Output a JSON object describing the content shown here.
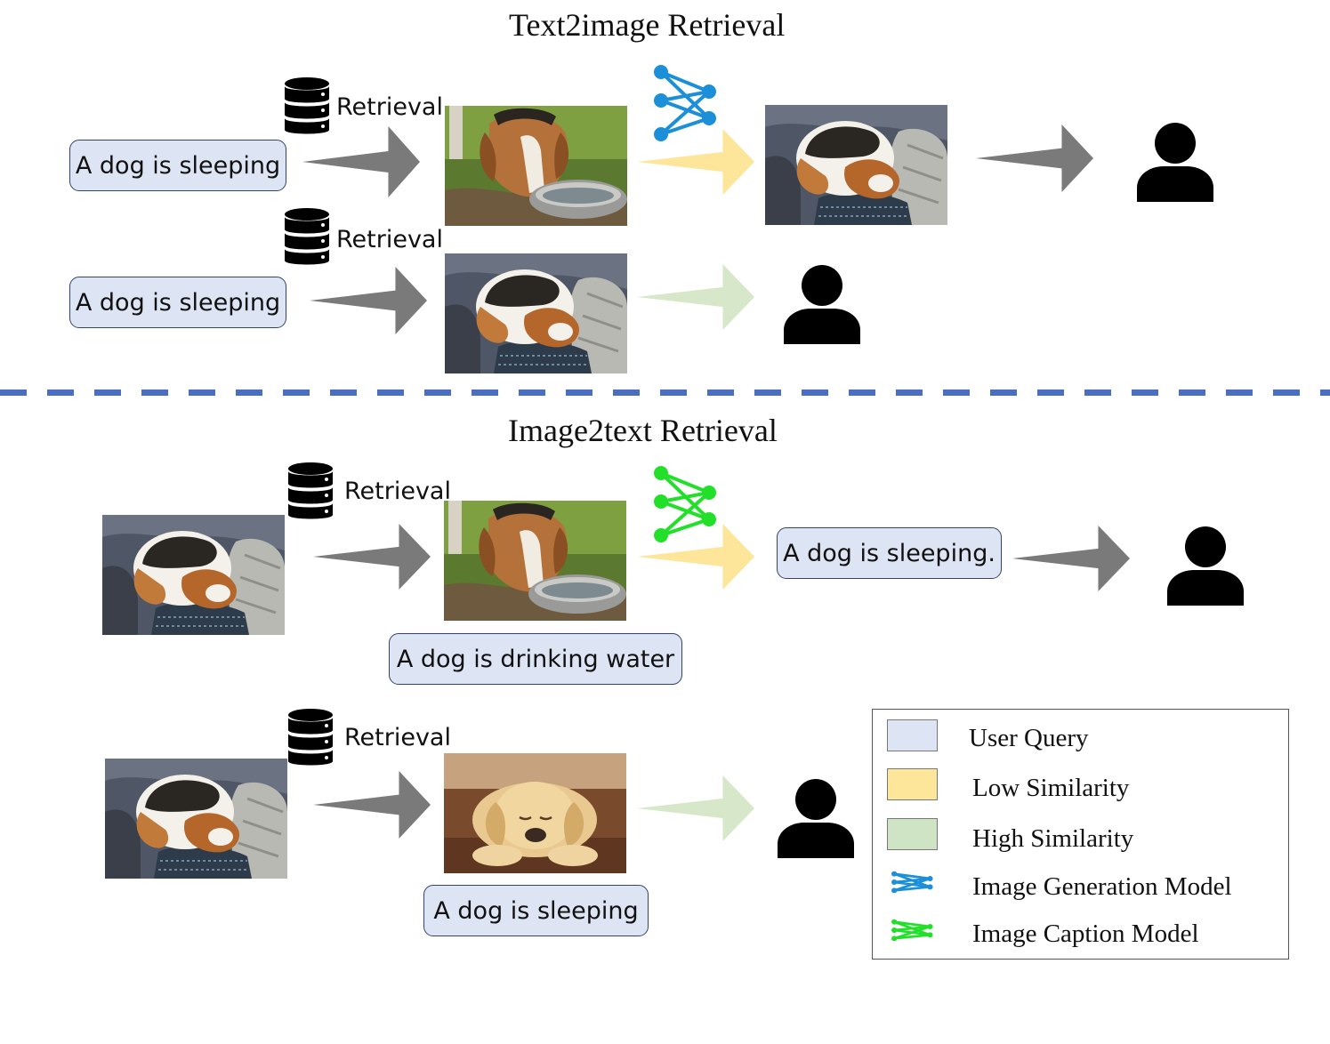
{
  "top_section": {
    "title": "Text2image Retrieval",
    "row1": {
      "query": "A dog is sleeping",
      "retrieval_label": "Retrieval"
    },
    "row2": {
      "query": "A dog is sleeping",
      "retrieval_label": "Retrieval"
    }
  },
  "bottom_section": {
    "title": "Image2text Retrieval",
    "row1": {
      "retrieval_label": "Retrieval",
      "retrieved_caption": "A dog is drinking water",
      "generated_caption": "A dog is sleeping."
    },
    "row2": {
      "retrieval_label": "Retrieval",
      "retrieved_caption": "A dog is sleeping"
    }
  },
  "legend": {
    "items": [
      {
        "label": "User Query",
        "color": "#dde5f5"
      },
      {
        "label": "Low Similarity",
        "color": "#fde59a"
      },
      {
        "label": "High Similarity",
        "color": "#cfe3c5"
      },
      {
        "label": "Image Generation Model",
        "icon": "network-icon",
        "color": "#1b8fd8"
      },
      {
        "label": "Image Caption Model",
        "icon": "network-icon",
        "color": "#22e02a"
      }
    ]
  },
  "colors": {
    "gray_arrow": "#7a7a7a",
    "yellow_arrow": "#fde59a",
    "green_arrow": "#d6e8c9",
    "divider": "#4a6fc1"
  }
}
